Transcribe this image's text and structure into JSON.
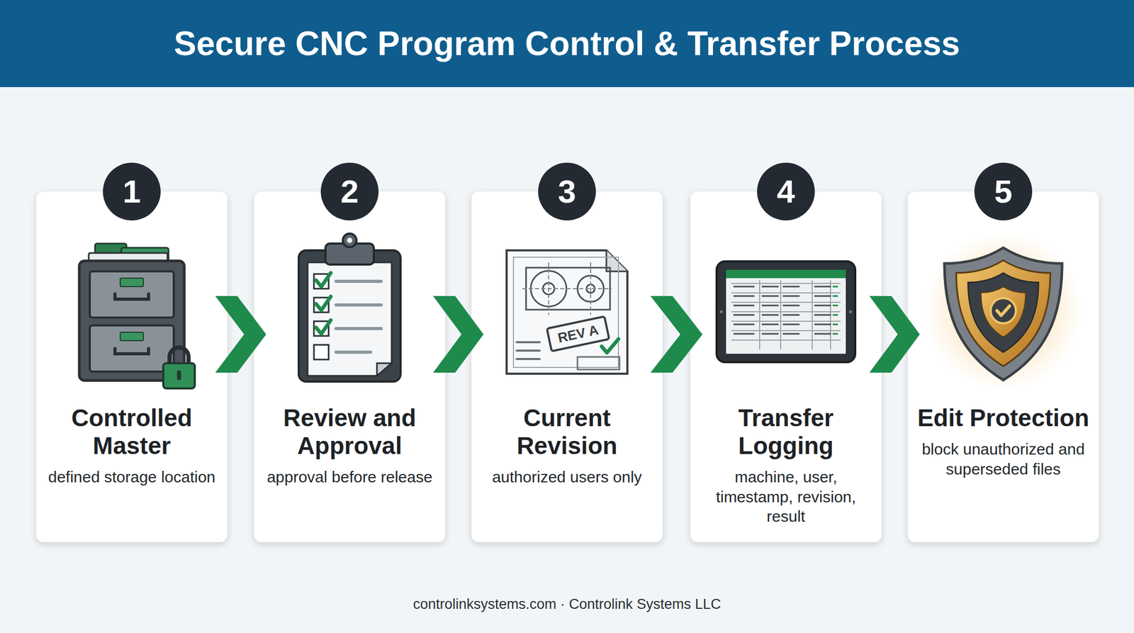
{
  "diagram": {
    "title": "Secure CNC Program Control & Transfer Process",
    "caption": "controlinksystems.com · Controlink Systems LLC",
    "nodes": [
      {
        "text": [
          "Controlled Master",
          "defined storage location"
        ]
      },
      {
        "text": [
          "1"
        ],
        "in": 0
      },
      {
        "text": [
          "Review and Approval",
          "approval before release"
        ]
      },
      {
        "text": [
          "2"
        ],
        "in": 2
      },
      {
        "text": [
          "Current Revision",
          "authorized users only"
        ]
      },
      {
        "text": [
          "3"
        ],
        "in": 4
      },
      {
        "text": [
          "Transfer Logging",
          "machine, user, timestamp, revision, result"
        ]
      },
      {
        "text": [
          "4"
        ],
        "in": 6
      },
      {
        "text": [
          "Edit Protection",
          "block unauthorized and superseded files"
        ]
      },
      {
        "text": [
          "5"
        ],
        "in": 8
      }
    ],
    "edges": [
      {
        "from": 0,
        "to": 2,
        "arrow": "to"
      },
      {
        "from": 2,
        "to": 4,
        "arrow": "to"
      },
      {
        "from": 4,
        "to": 6,
        "arrow": "to"
      },
      {
        "from": 6,
        "to": 8,
        "arrow": "to"
      }
    ],
    "labels": [
      "REV A"
    ]
  }
}
